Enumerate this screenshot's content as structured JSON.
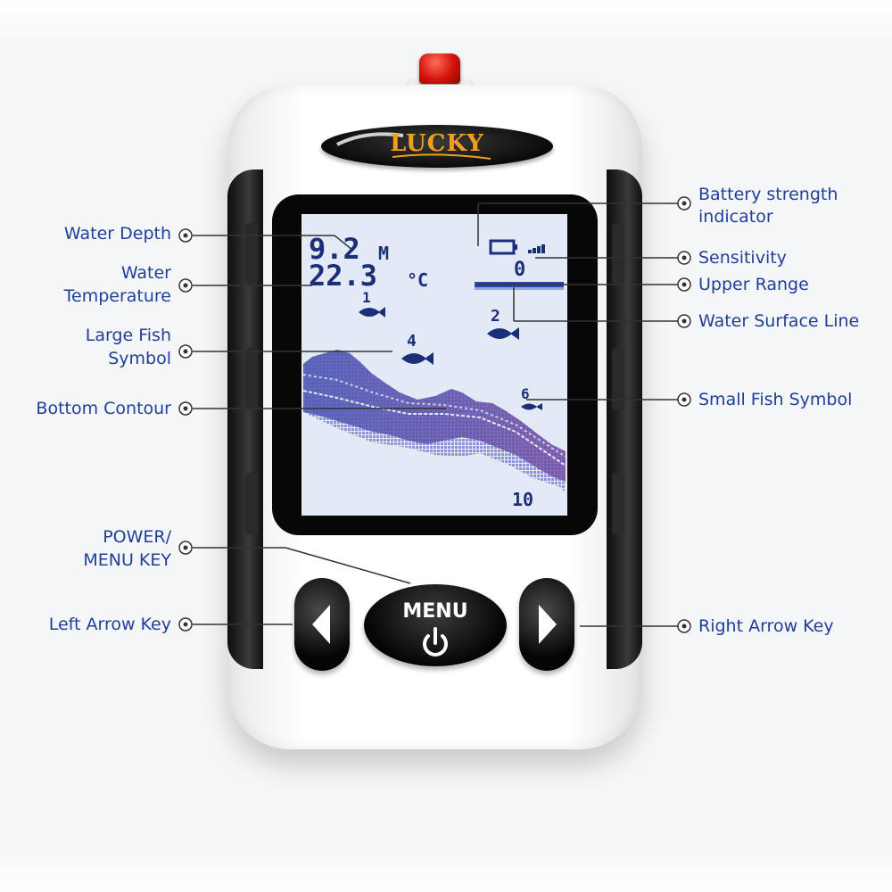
{
  "brand": {
    "logo": "LUCKY"
  },
  "display": {
    "depth_value": "9.2",
    "depth_unit": "M",
    "temp_value": "22.3",
    "temp_unit": "°C",
    "upper_range": "0",
    "lower_range": "10",
    "fish_labels": [
      "1",
      "2",
      "4",
      "6"
    ]
  },
  "buttons": {
    "menu_label": "MENU",
    "power_icon": "power-icon",
    "left_icon": "chevron-left-icon",
    "right_icon": "chevron-right-icon"
  },
  "callouts": {
    "water_depth": "Water Depth",
    "water_temperature_1": "Water",
    "water_temperature_2": "Temperature",
    "large_fish_1": "Large Fish",
    "large_fish_2": "Symbol",
    "bottom_contour": "Bottom Contour",
    "power_menu_1": "POWER/",
    "power_menu_2": "MENU KEY",
    "left_arrow": "Left Arrow Key",
    "battery_1": "Battery strength",
    "battery_2": "indicator",
    "sensitivity": "Sensitivity",
    "upper_range": "Upper Range",
    "water_surface": "Water Surface Line",
    "small_fish": "Small Fish Symbol",
    "right_arrow": "Right Arrow Key"
  },
  "colors": {
    "callout_text": "#1f3f98",
    "lcd_text": "#1a2f78",
    "lcd_background": "#e3eaf6",
    "logo": "#f0a020",
    "antenna": "#d3120b"
  }
}
